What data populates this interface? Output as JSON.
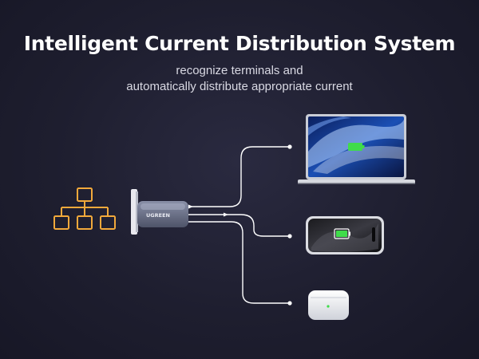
{
  "header": {
    "title": "Intelligent Current Distribution System",
    "subtitle_line1": "recognize terminals and",
    "subtitle_line2": "automatically distribute appropriate current"
  },
  "device": {
    "brand_label": "UGREEN"
  },
  "icons": {
    "distribution": "hierarchy-tree-icon",
    "laptop_battery": "battery-full-icon",
    "phone_battery": "battery-full-icon"
  },
  "colors": {
    "background": "#1e1e2f",
    "accent_orange": "#f2a93b",
    "battery_green": "#3fdc4a",
    "line_white": "#ffffff"
  }
}
